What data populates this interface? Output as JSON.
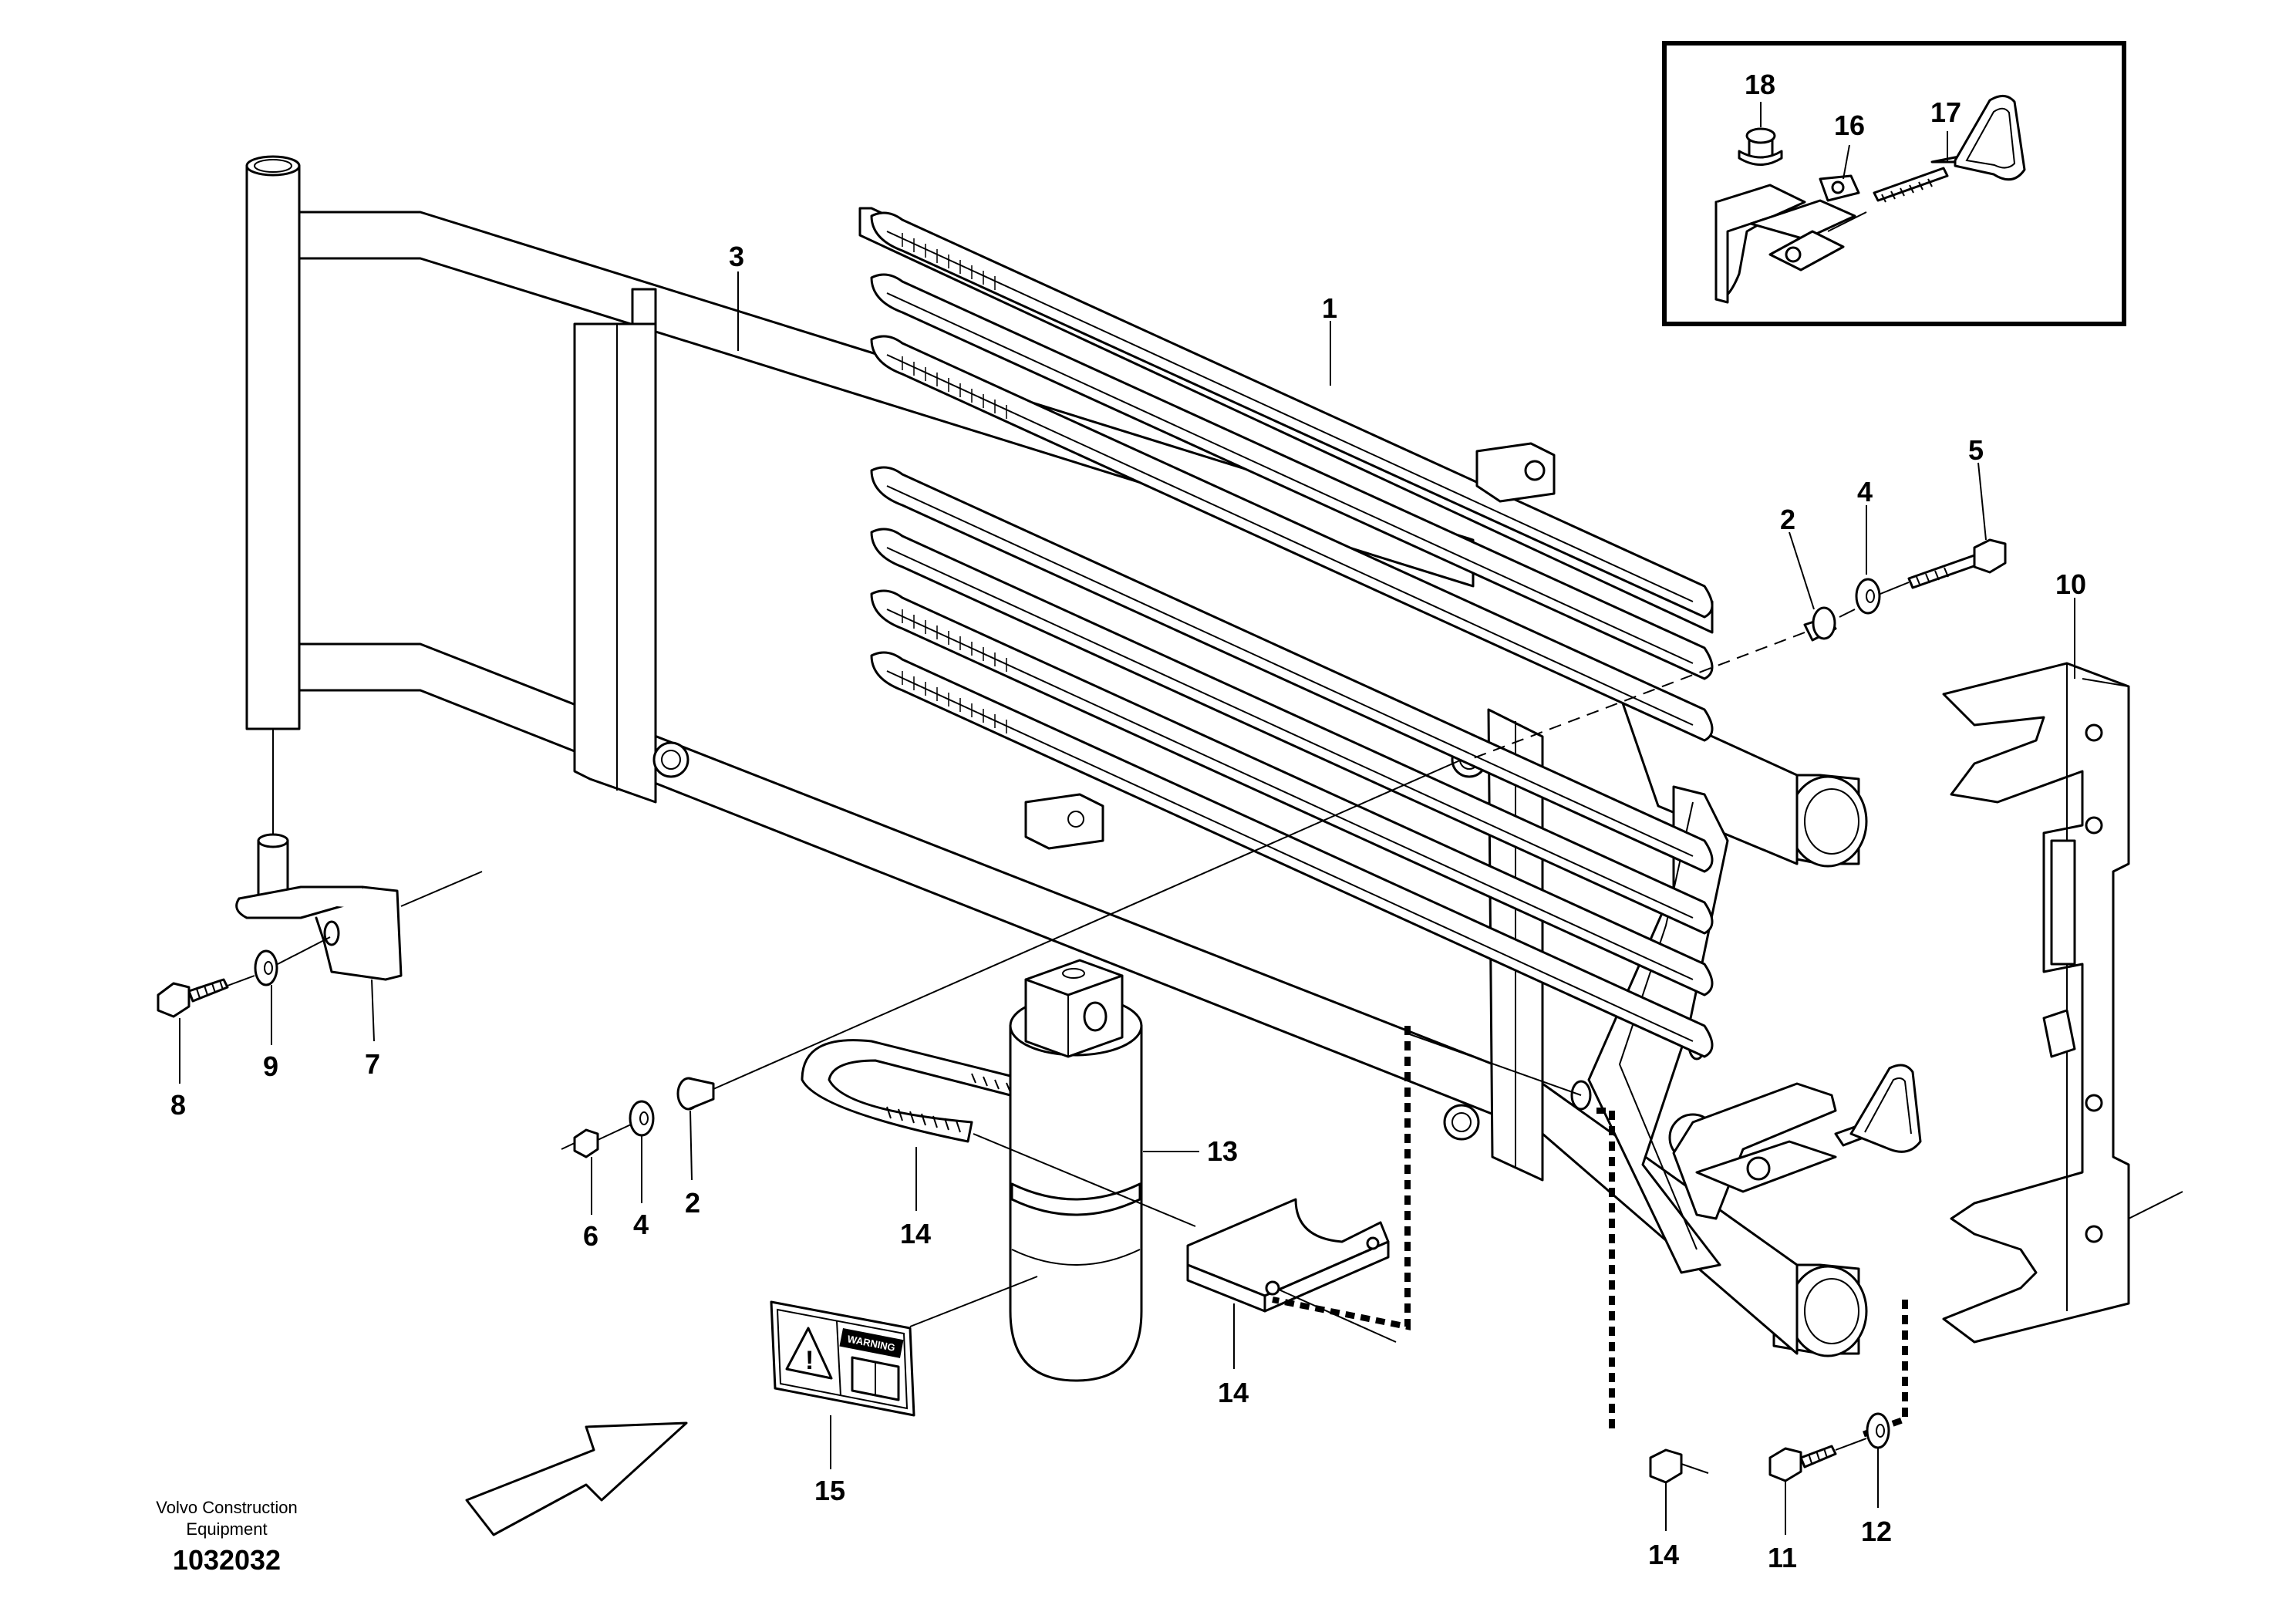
{
  "callouts": {
    "c1": "1",
    "c2a": "2",
    "c2b": "2",
    "c3": "3",
    "c4a": "4",
    "c4b": "4",
    "c5": "5",
    "c6": "6",
    "c7": "7",
    "c8": "8",
    "c9": "9",
    "c10": "10",
    "c11": "11",
    "c12": "12",
    "c13": "13",
    "c14a": "14",
    "c14b": "14",
    "c14c": "14",
    "c15": "15",
    "c16": "16",
    "c17": "17",
    "c18": "18"
  },
  "warning_label": {
    "text": "WARNING"
  },
  "footer": {
    "company_line1": "Volvo Construction",
    "company_line2": "Equipment",
    "drawing_number": "1032032"
  }
}
